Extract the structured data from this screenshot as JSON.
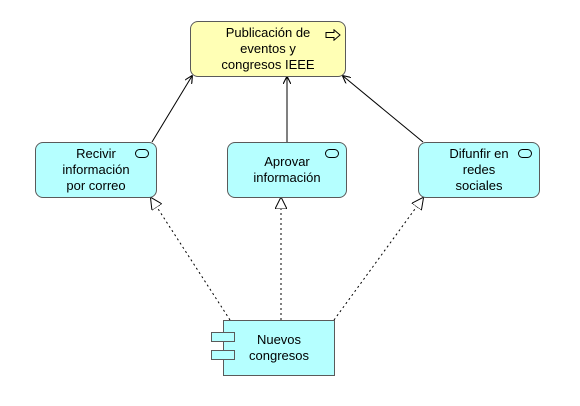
{
  "colors": {
    "goal_fill": "#ffffb5",
    "service_fill": "#b5ffff",
    "component_fill": "#b5ffff",
    "line": "#000000"
  },
  "nodes": {
    "goal": {
      "label": "Publicación de eventos y congresos IEEE",
      "icon": "event-icon"
    },
    "services": [
      {
        "label": "Recivir información por correo",
        "icon": "service-icon"
      },
      {
        "label": "Aprovar información",
        "icon": "service-icon"
      },
      {
        "label": "Difunfir en redes sociales",
        "icon": "service-icon"
      }
    ],
    "component": {
      "label": "Nuevos congresos",
      "icon": "component-icon"
    }
  },
  "relations": [
    {
      "from": "services.0",
      "to": "goal",
      "type": "triggering"
    },
    {
      "from": "services.1",
      "to": "goal",
      "type": "triggering"
    },
    {
      "from": "services.2",
      "to": "goal",
      "type": "triggering"
    },
    {
      "from": "component",
      "to": "services.0",
      "type": "realization"
    },
    {
      "from": "component",
      "to": "services.1",
      "type": "realization"
    },
    {
      "from": "component",
      "to": "services.2",
      "type": "realization"
    }
  ]
}
